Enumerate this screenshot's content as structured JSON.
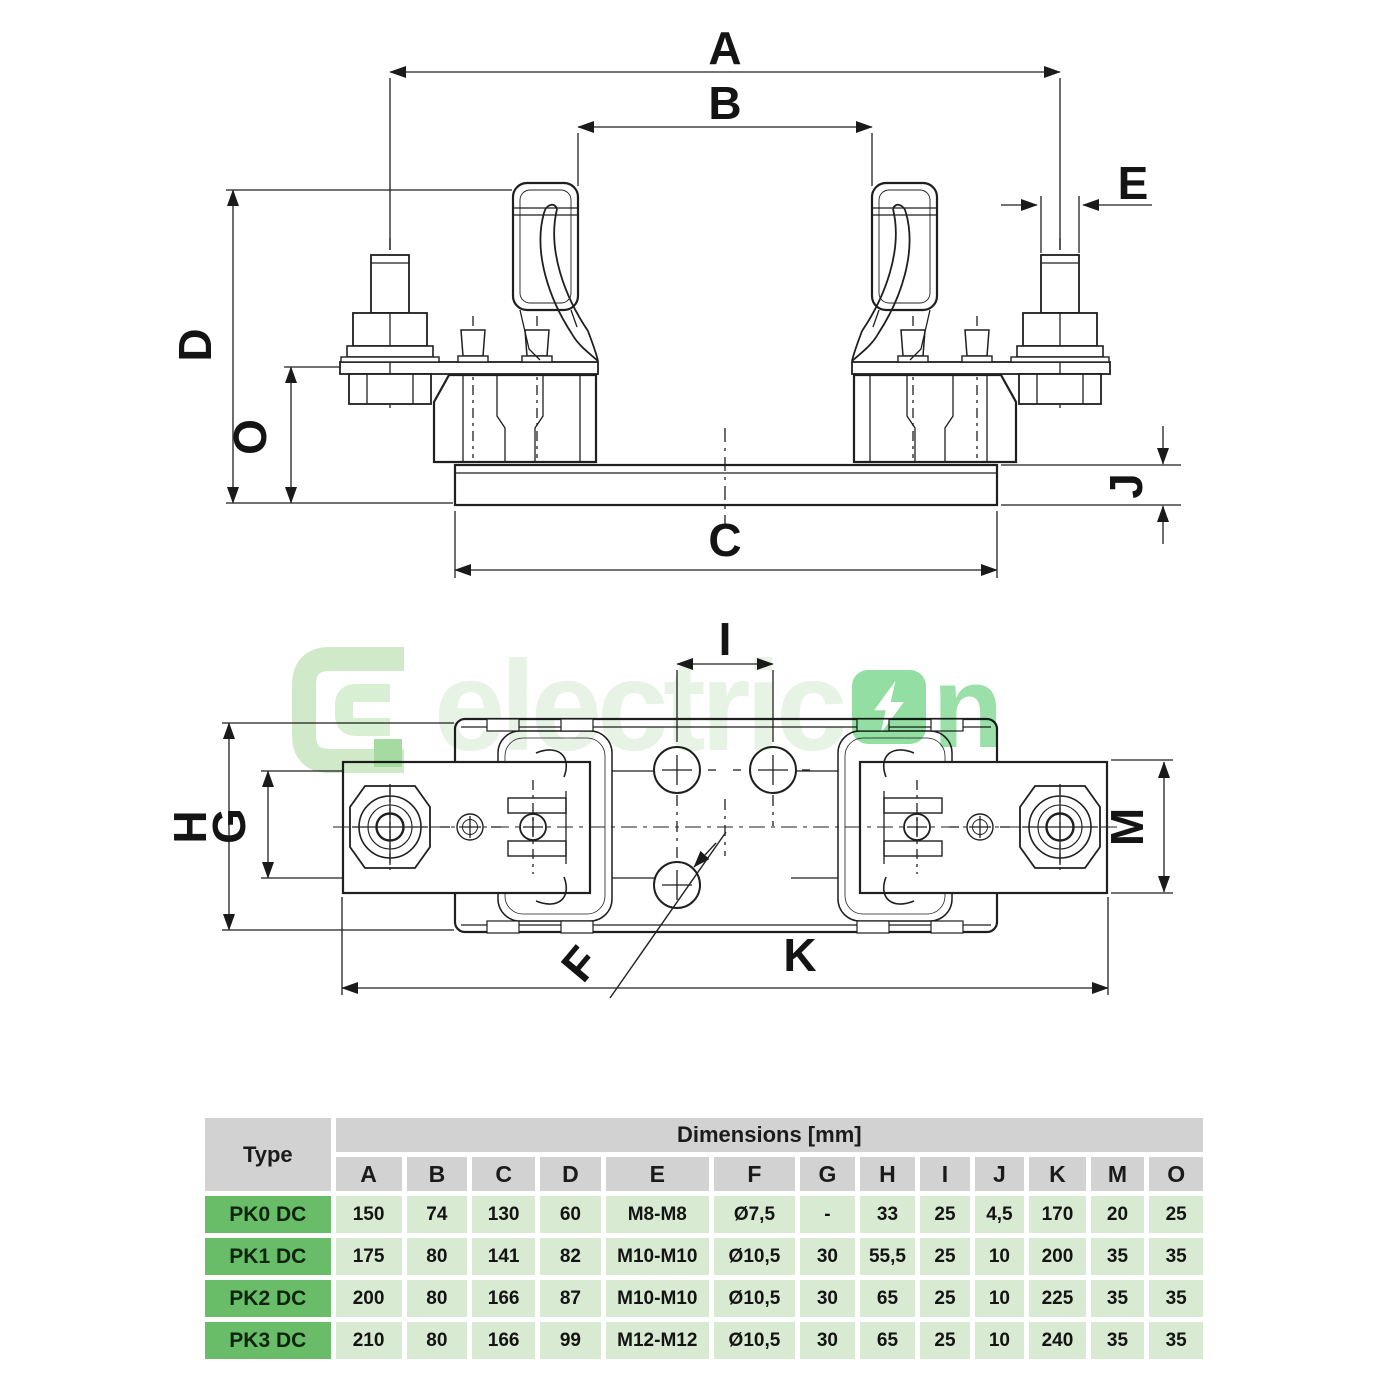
{
  "watermark": {
    "text_light": "electric",
    "text_suffix": "n",
    "accent_green": "#93dea2",
    "light_green": "#e7f3e5"
  },
  "drawing": {
    "labels": {
      "A": "A",
      "B": "B",
      "C": "C",
      "D": "D",
      "E": "E",
      "F": "F",
      "G": "G",
      "H": "H",
      "I": "I",
      "J": "J",
      "K": "K",
      "M": "M",
      "O": "O"
    }
  },
  "table": {
    "type_header": "Type",
    "group_header": "Dimensions [mm]",
    "columns": [
      "A",
      "B",
      "C",
      "D",
      "E",
      "F",
      "G",
      "H",
      "I",
      "J",
      "K",
      "M",
      "O"
    ],
    "rows": [
      {
        "type": "PK0 DC",
        "cells": [
          "150",
          "74",
          "130",
          "60",
          "M8-M8",
          "Ø7,5",
          "-",
          "33",
          "25",
          "4,5",
          "170",
          "20",
          "25"
        ]
      },
      {
        "type": "PK1 DC",
        "cells": [
          "175",
          "80",
          "141",
          "82",
          "M10-M10",
          "Ø10,5",
          "30",
          "55,5",
          "25",
          "10",
          "200",
          "35",
          "35"
        ]
      },
      {
        "type": "PK2 DC",
        "cells": [
          "200",
          "80",
          "166",
          "87",
          "M10-M10",
          "Ø10,5",
          "30",
          "65",
          "25",
          "10",
          "225",
          "35",
          "35"
        ]
      },
      {
        "type": "PK3 DC",
        "cells": [
          "210",
          "80",
          "166",
          "99",
          "M12-M12",
          "Ø10,5",
          "30",
          "65",
          "25",
          "10",
          "240",
          "35",
          "35"
        ]
      }
    ],
    "colors": {
      "header_bg": "#d2d2d2",
      "type_bg": "#69bd69",
      "cell_bg": "#d8ebd2"
    }
  }
}
